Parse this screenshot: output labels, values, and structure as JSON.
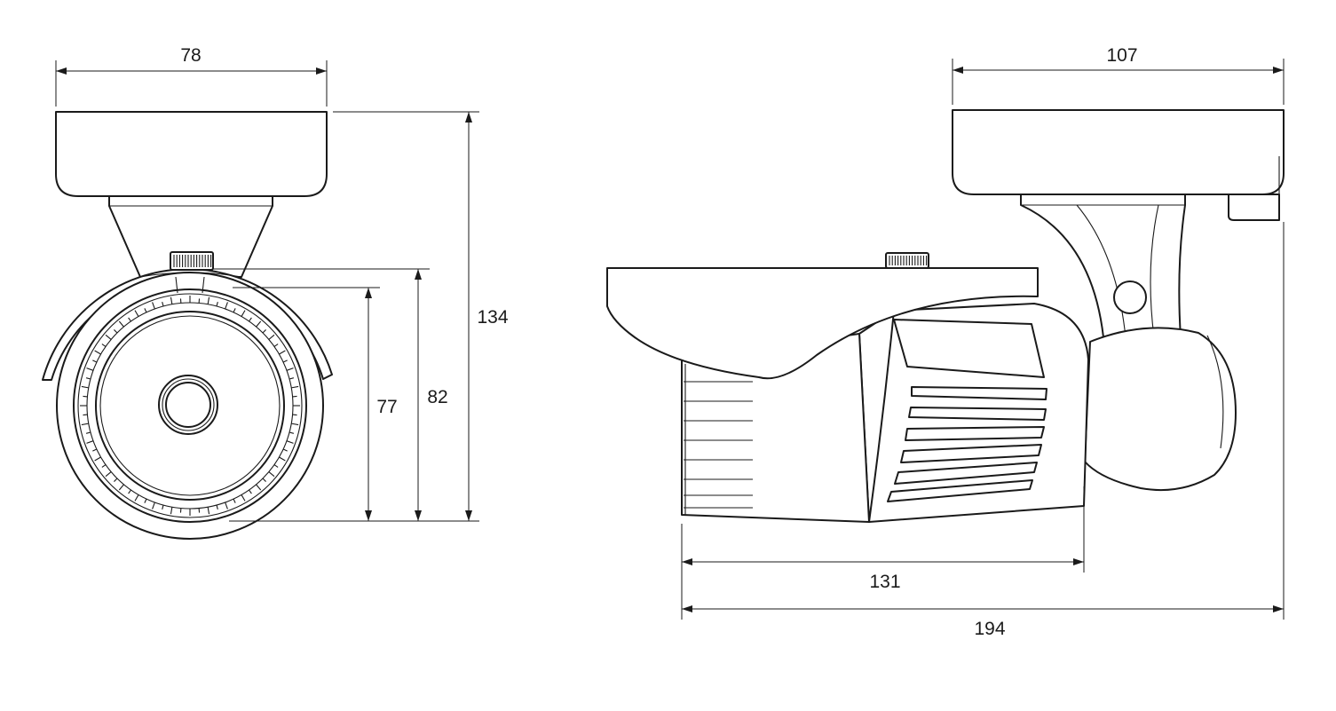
{
  "dimensions": {
    "front_width": "78",
    "front_total_height": "134",
    "front_housing_outer": "82",
    "front_housing_inner": "77",
    "side_mount_length": "107",
    "side_body_length": "131",
    "side_total_length": "194"
  },
  "colors": {
    "line": "#1a1a1a",
    "background": "#ffffff"
  }
}
